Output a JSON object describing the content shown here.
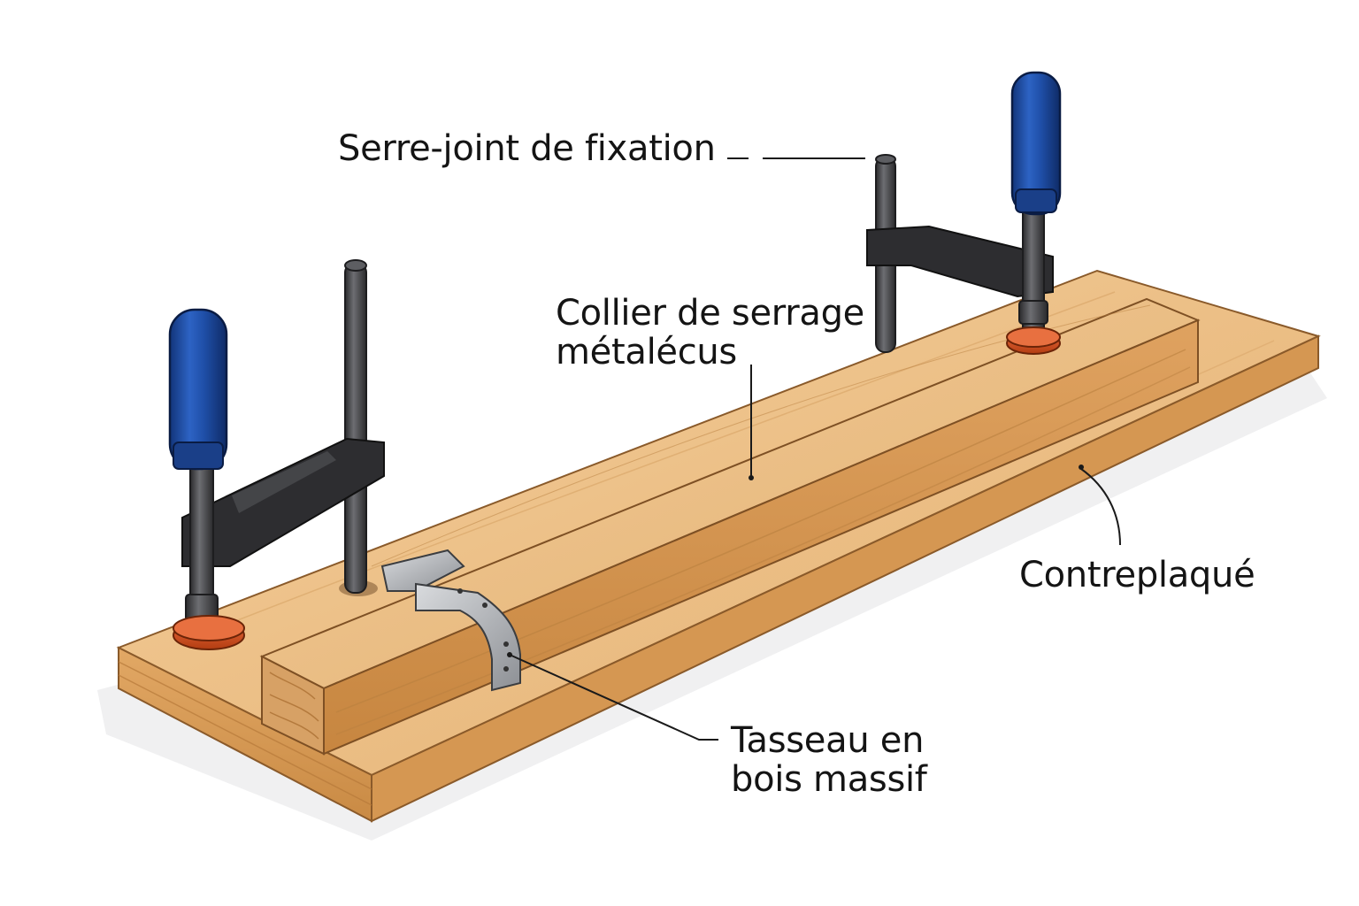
{
  "labels": {
    "serre_joint": "Serre-joint de fixation",
    "collier_line1": "Collier de serrage",
    "collier_line2": "métalécus",
    "contreplaque": "Contreplaqué",
    "tasseau_line1": "Tasseau en",
    "tasseau_line2": "bois massif"
  },
  "colors": {
    "wood_top": "#efc48e",
    "wood_side": "#d99a5b",
    "wood_dark": "#c4833f",
    "clamp_handle": "#1f4fa8",
    "clamp_metal": "#3a3a3c",
    "clamp_pad": "#d9531e",
    "bracket": "#b9bcc0"
  }
}
